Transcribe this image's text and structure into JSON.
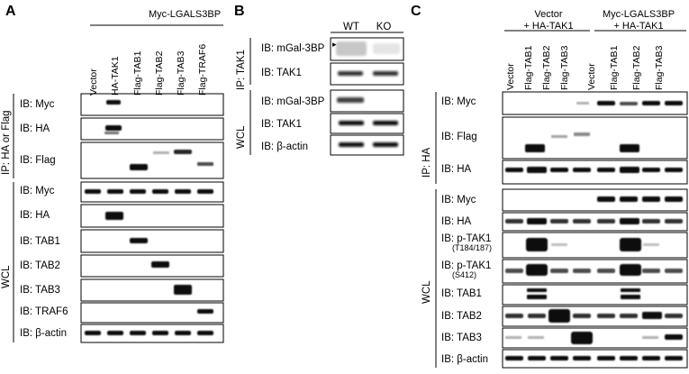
{
  "panels": [
    {
      "letter": "A"
    },
    {
      "letter": "B"
    },
    {
      "letter": "C"
    }
  ],
  "panelA": {
    "group_header": "Myc-LGALS3BP",
    "lanes": [
      "Vector",
      "HA-TAK1",
      "Flag-TAB1",
      "Flag-TAB2",
      "Flag-TAB3",
      "Flag-TRAF6"
    ],
    "ip_label": "IP: HA or Flag",
    "wcl_label": "WCL",
    "ip_blots": [
      "IB: Myc",
      "IB: HA",
      "IB: Flag"
    ],
    "wcl_blots": [
      "IB: Myc",
      "IB: HA",
      "IB: TAB1",
      "IB: TAB2",
      "IB: TAB3",
      "IB: TRAF6",
      "IB: β-actin"
    ]
  },
  "panelB": {
    "cols": [
      "WT",
      "KO"
    ],
    "ip_label": "IP: TAK1",
    "wcl_label": "WCL",
    "ip_blots": [
      "IB: mGal-3BP",
      "IB: TAK1"
    ],
    "wcl_blots": [
      "IB: mGal-3BP",
      "IB: TAK1",
      "IB: β-actin"
    ],
    "arrow": "▸"
  },
  "panelC": {
    "group1": [
      "Vector",
      "+ HA-TAK1"
    ],
    "group2": [
      "Myc-LGALS3BP",
      "+ HA-TAK1"
    ],
    "lanes": [
      "Vector",
      "Flag-TAB1",
      "Flag-TAB2",
      "Flag-TAB3",
      "Vector",
      "Flag-TAB1",
      "Flag-TAB2",
      "Flag-TAB3"
    ],
    "ip_label": "IP: HA",
    "wcl_label": "WCL",
    "ip_blots": [
      "IB: Myc",
      "IB: Flag",
      "IB: HA"
    ],
    "wcl_blots": [
      "IB: Myc",
      "IB: HA",
      "IB: p-TAK1",
      "IB: p-TAK1",
      "IB: TAB1",
      "IB: TAB2",
      "IB: TAB3",
      "IB: β-actin"
    ],
    "ptak1_sites": [
      "(T184/187)",
      "(S412)"
    ]
  }
}
